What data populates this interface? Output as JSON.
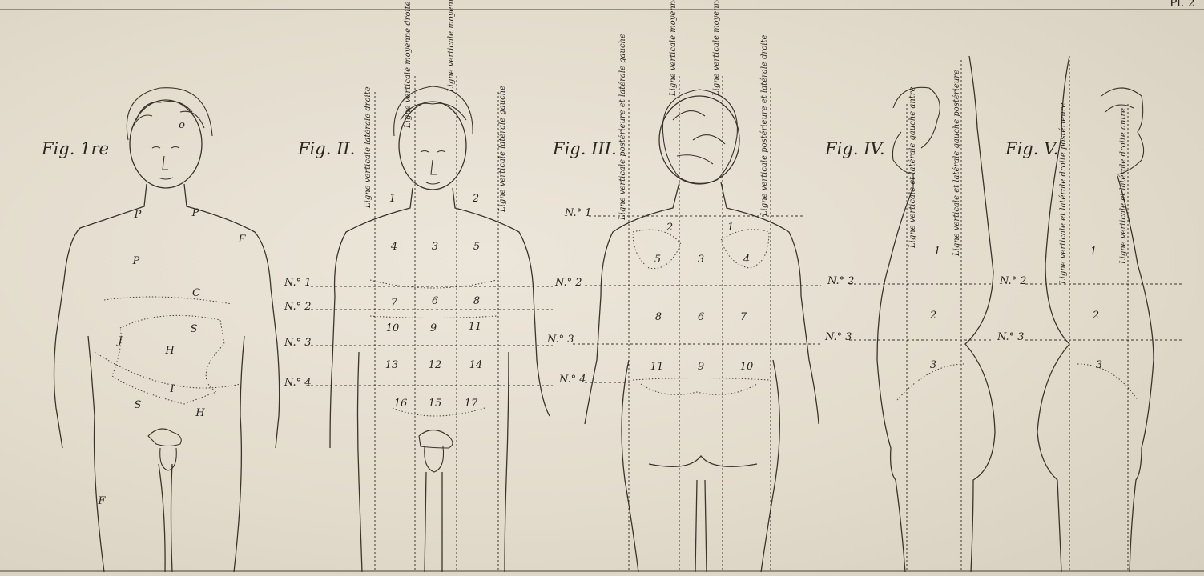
{
  "plate_number": "Pl. 2",
  "figures": [
    {
      "title": "Fig. 1re",
      "regions": [
        "o",
        "P",
        "P",
        "F",
        "P",
        "C",
        "J",
        "S",
        "H",
        "I",
        "S",
        "H",
        "F"
      ]
    },
    {
      "title": "Fig. II.",
      "vertical_lines": [
        "Ligne verticale latérale droite",
        "Ligne verticale moyenne droite",
        "Ligne verticale moyenne gauche",
        "Ligne verticale latérale gauche"
      ],
      "horizontal_lines": [
        "N.° 1",
        "N.° 2",
        "N.° 3",
        "N.° 4"
      ],
      "regions": [
        "1",
        "2",
        "4",
        "3",
        "5",
        "7",
        "6",
        "8",
        "10",
        "9",
        "11",
        "13",
        "12",
        "14",
        "16",
        "15",
        "17"
      ]
    },
    {
      "title": "Fig. III.",
      "vertical_lines": [
        "Ligne verticale postérieure et latérale gauche",
        "Ligne verticale moyenne gauche",
        "Ligne verticale moyenne droite",
        "Ligne verticale postérieure et latérale droite"
      ],
      "horizontal_lines": [
        "N.° 1",
        "N.° 2",
        "N.° 3",
        "N.° 4"
      ],
      "regions": [
        "2",
        "1",
        "5",
        "3",
        "4",
        "8",
        "6",
        "7",
        "11",
        "9",
        "10"
      ]
    },
    {
      "title": "Fig. IV.",
      "vertical_lines": [
        "Ligne verticale et latérale gauche antre",
        "Ligne verticale et latérale gauche postérieure"
      ],
      "horizontal_lines": [
        "N.° 2",
        "N.° 3"
      ],
      "regions": [
        "1",
        "2",
        "3"
      ]
    },
    {
      "title": "Fig. V.",
      "vertical_lines": [
        "Ligne verticale et latérale droite postérieure",
        "Ligne verticale et latérale droite antre"
      ],
      "horizontal_lines": [
        "N.° 2",
        "N.° 3"
      ],
      "regions": [
        "1",
        "2",
        "3"
      ]
    }
  ],
  "colors": {
    "paper": "#e6dfd1",
    "ink": "#2a251f"
  }
}
